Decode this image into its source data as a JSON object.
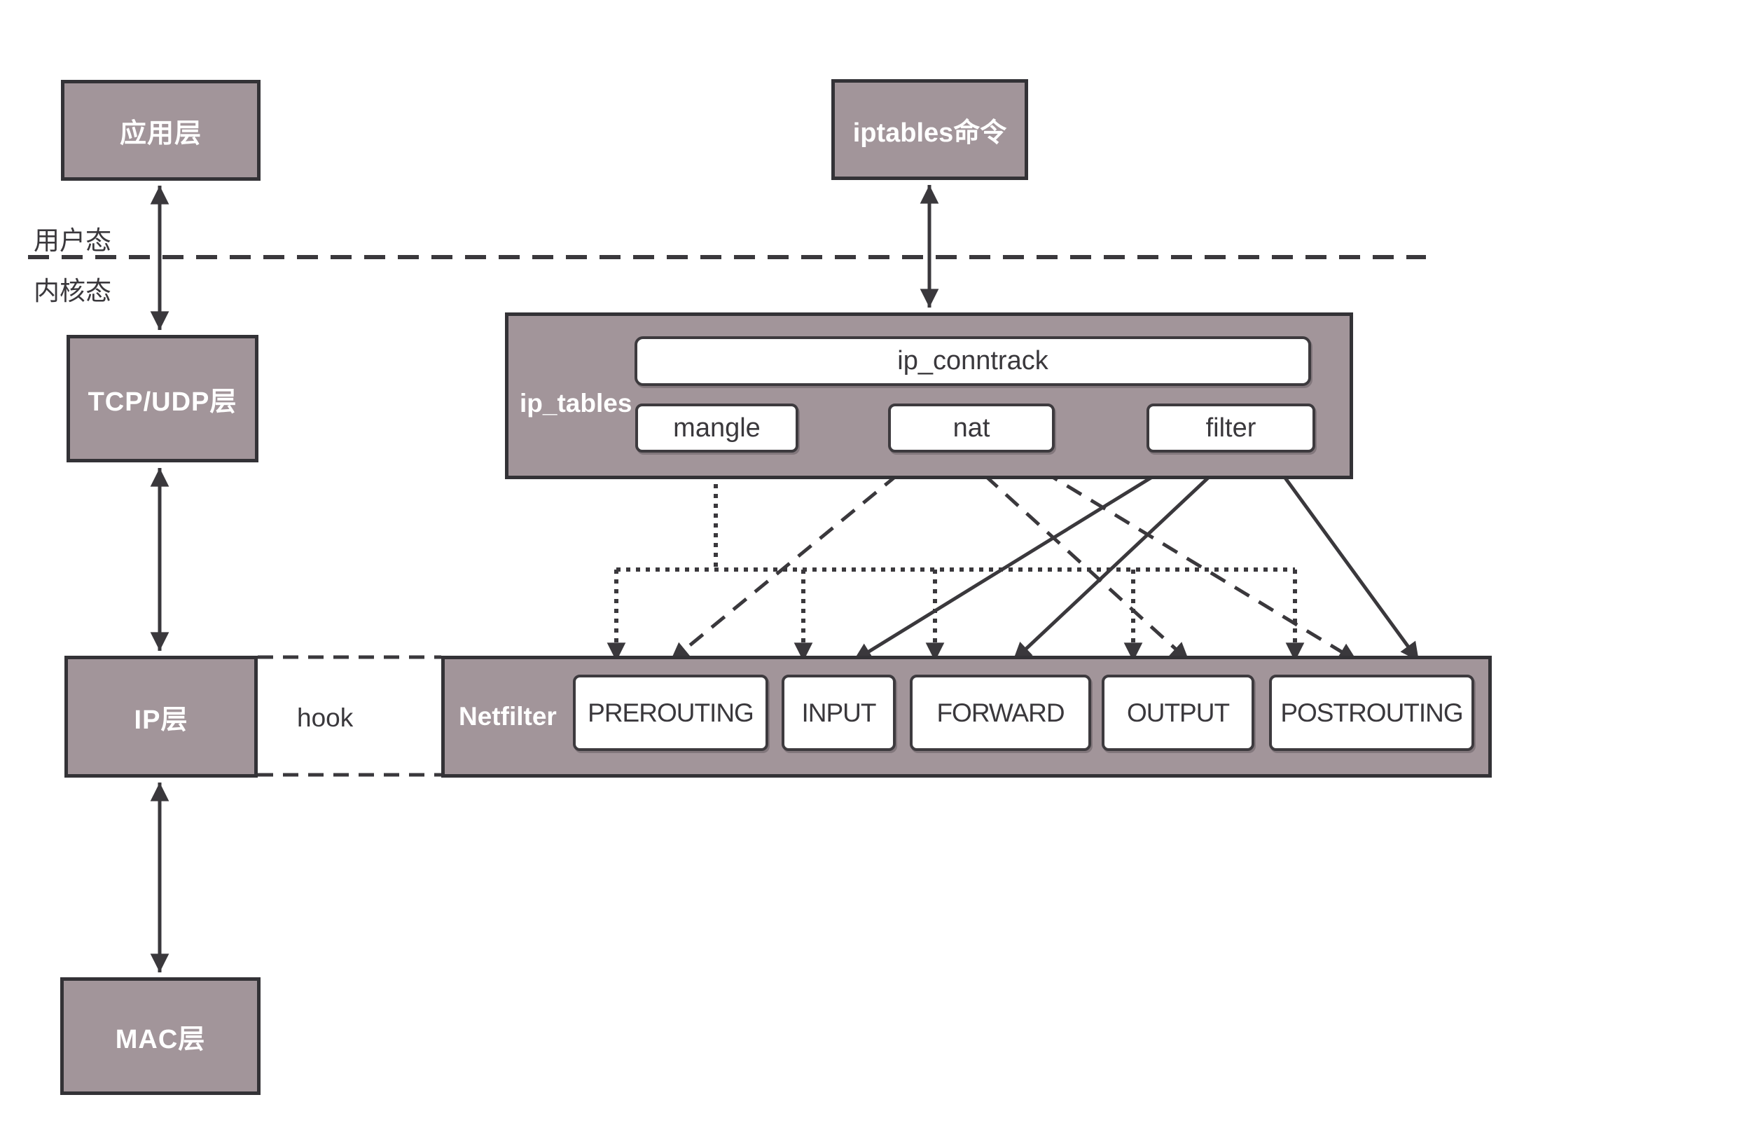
{
  "labels": {
    "user_mode": "用户态",
    "kernel_mode": "内核态",
    "hook": "hook"
  },
  "layers": {
    "app": "应用层",
    "tcp_udp": "TCP/UDP层",
    "ip": "IP层",
    "mac": "MAC层"
  },
  "iptables_cmd": "iptables命令",
  "ip_tables": {
    "label": "ip_tables",
    "conntrack": "ip_conntrack",
    "tables": [
      "mangle",
      "nat",
      "filter"
    ]
  },
  "netfilter": {
    "label": "Netfilter",
    "chains": [
      "PREROUTING",
      "INPUT",
      "FORWARD",
      "OUTPUT",
      "POSTROUTING"
    ]
  },
  "connections": {
    "mangle": {
      "style": "dotted",
      "targets": [
        "PREROUTING",
        "INPUT",
        "FORWARD",
        "OUTPUT",
        "POSTROUTING"
      ]
    },
    "nat": {
      "style": "dashed",
      "targets": [
        "PREROUTING",
        "OUTPUT",
        "POSTROUTING"
      ]
    },
    "filter": {
      "style": "solid",
      "targets": [
        "INPUT",
        "FORWARD",
        "POSTROUTING"
      ]
    },
    "vertical_links": [
      "应用层-TCP/UDP层",
      "TCP/UDP层-IP层",
      "IP层-MAC层",
      "iptables命令-ip_tables"
    ],
    "hook_link": "IP层-Netfilter"
  },
  "colors": {
    "box_fill": "#a2959a",
    "box_border": "#333236",
    "line": "#3a383c",
    "white_box": "#ffffff"
  }
}
